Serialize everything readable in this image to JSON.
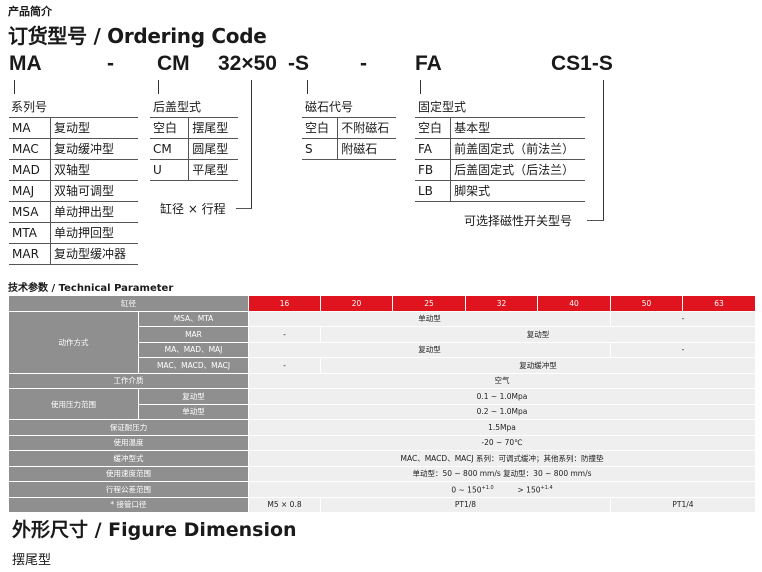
{
  "header": {
    "section_tag": "产品简介",
    "ordering_title": "订货型号 / Ordering Code"
  },
  "code": {
    "series": "MA",
    "dash1": "-",
    "cover": "CM",
    "bore_stroke": "32×50",
    "magnet": "-S",
    "dash2": "-",
    "mount": "FA",
    "switch": "CS1-S"
  },
  "series": {
    "label": "系列号",
    "rows": [
      {
        "code": "MA",
        "name": "复动型"
      },
      {
        "code": "MAC",
        "name": "复动缓冲型"
      },
      {
        "code": "MAD",
        "name": "双轴型"
      },
      {
        "code": "MAJ",
        "name": "双轴可调型"
      },
      {
        "code": "MSA",
        "name": "单动押出型"
      },
      {
        "code": "MTA",
        "name": "单动押回型"
      },
      {
        "code": "MAR",
        "name": "复动型缓冲器"
      }
    ]
  },
  "rear_cover": {
    "label": "后盖型式",
    "rows": [
      {
        "code": "空白",
        "name": "摆尾型"
      },
      {
        "code": "CM",
        "name": "圆尾型"
      },
      {
        "code": "U",
        "name": "平尾型"
      }
    ]
  },
  "bore_stroke_label": "缸径 × 行程",
  "magnet": {
    "label": "磁石代号",
    "rows": [
      {
        "code": "空白",
        "name": "不附磁石"
      },
      {
        "code": "S",
        "name": "附磁石"
      }
    ]
  },
  "mounting": {
    "label": "固定型式",
    "rows": [
      {
        "code": "空白",
        "name": "基本型"
      },
      {
        "code": "FA",
        "name": "前盖固定式（前法兰）"
      },
      {
        "code": "FB",
        "name": "后盖固定式（后法兰）"
      },
      {
        "code": "LB",
        "name": "脚架式"
      }
    ]
  },
  "switch_label": "可选择磁性开关型号",
  "tech": {
    "title": "技术参数 / Technical Parameter",
    "bore_label": "缸径",
    "bores": [
      "16",
      "20",
      "25",
      "32",
      "40",
      "50",
      "63"
    ],
    "action_label": "动作方式",
    "act_r1_name": "MSA、MTA",
    "act_r1_v1": "单动型",
    "act_r1_v2": "-",
    "act_r2_name": "MAR",
    "act_r2_v1": "-",
    "act_r2_v2": "复动型",
    "act_r3_name": "MA、MAD、MAJ",
    "act_r3_v1": "复动型",
    "act_r3_v2": "-",
    "act_r4_name": "MAC、MACD、MACJ",
    "act_r4_v1": "-",
    "act_r4_v2": "复动缓冲型",
    "medium_label": "工作介质",
    "medium": "空气",
    "pressure_label": "使用压力范围",
    "press_r1_name": "复动型",
    "press_r1_val": "0.1 ~ 1.0Mpa",
    "press_r2_name": "单动型",
    "press_r2_val": "0.2 ~ 1.0Mpa",
    "proof_label": "保证耐压力",
    "proof": "1.5Mpa",
    "temp_label": "使用温度",
    "temp": "-20 ~ 70℃",
    "cushion_label": "缓冲型式",
    "cushion": "MAC、MACD、MACJ 系列：可调式缓冲；其他系列：防撞垫",
    "speed_label": "使用速度范围",
    "speed": "单动型：50 ~ 800 mm/s    复动型：30 ~ 800 mm/s",
    "tol_label": "行程公差范围",
    "tol_a": "0 ~ 150",
    "tol_a_sup": "+1.0",
    "tol_b": "> 150",
    "tol_b_sup": "+1.4",
    "port_label": "* 接管口径",
    "port_1": "M5 × 0.8",
    "port_2": "PT1/8",
    "port_3": "PT1/4"
  },
  "figure": {
    "title": "外形尺寸 / Figure Dimension",
    "subtitle": "摆尾型"
  }
}
